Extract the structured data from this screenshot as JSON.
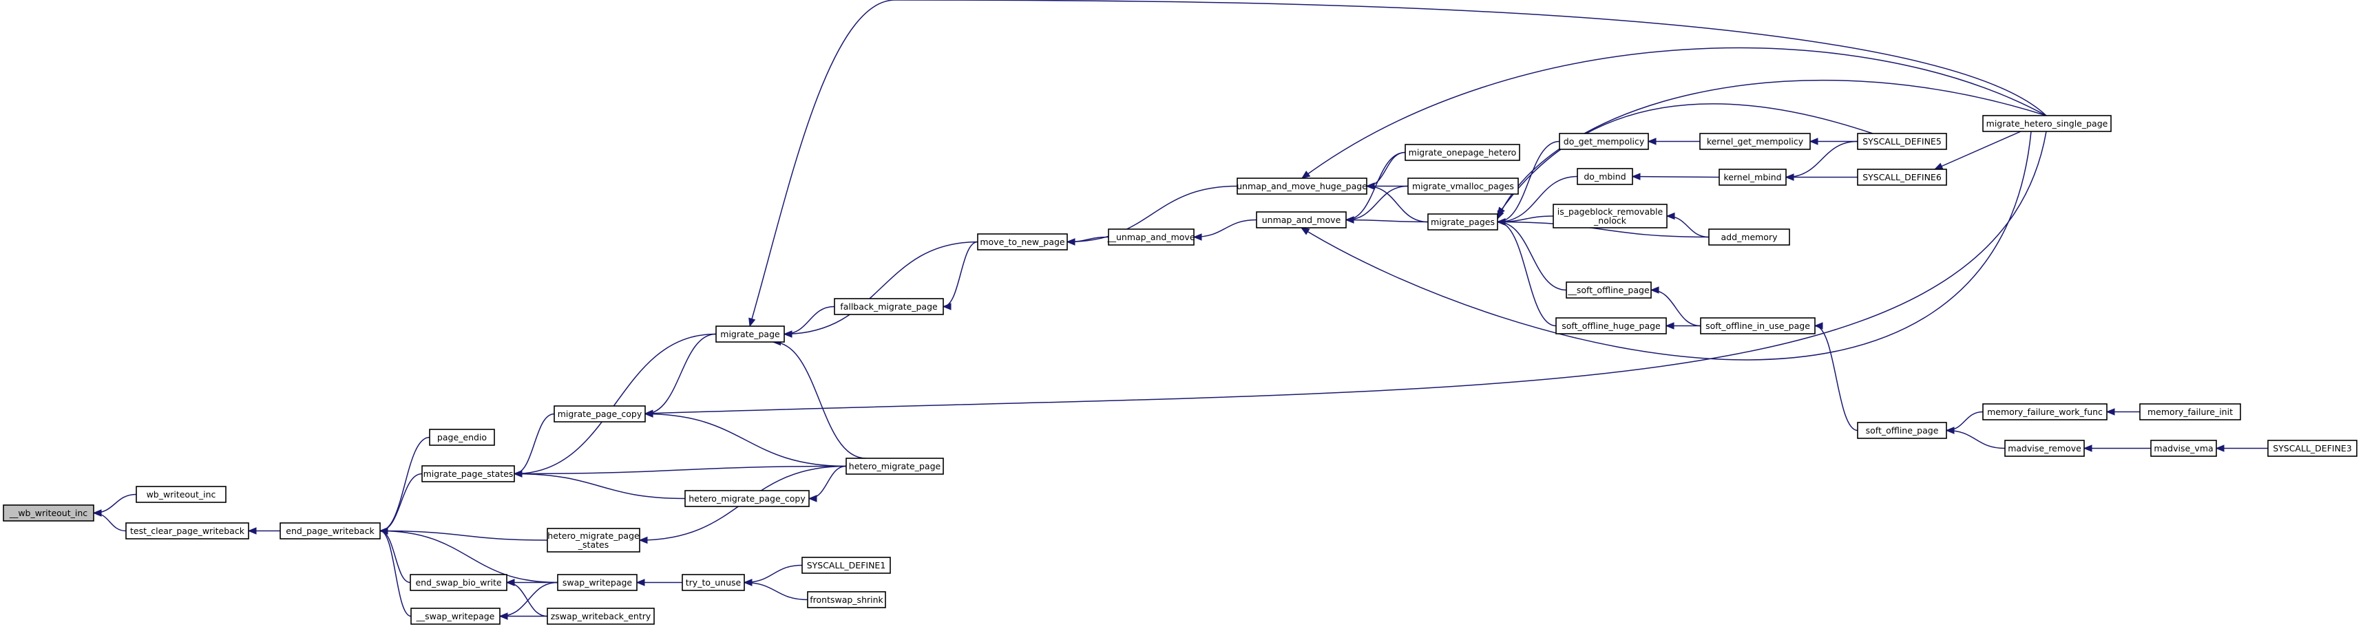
{
  "nodes": [
    {
      "id": "wb_writeout_inc_root",
      "lines": [
        "__wb_writeout_inc"
      ],
      "root": true
    },
    {
      "id": "wb_writeout_inc",
      "lines": [
        "wb_writeout_inc"
      ]
    },
    {
      "id": "test_clear_page_writeback",
      "lines": [
        "test_clear_page_writeback"
      ]
    },
    {
      "id": "end_page_writeback",
      "lines": [
        "end_page_writeback"
      ]
    },
    {
      "id": "page_endio",
      "lines": [
        "page_endio"
      ]
    },
    {
      "id": "migrate_page_states",
      "lines": [
        "migrate_page_states"
      ]
    },
    {
      "id": "hetero_migrate_page_states",
      "lines": [
        "hetero_migrate_page",
        "_states"
      ]
    },
    {
      "id": "end_swap_bio_write",
      "lines": [
        "end_swap_bio_write"
      ]
    },
    {
      "id": "swap_writepage_2",
      "lines": [
        "__swap_writepage"
      ]
    },
    {
      "id": "swap_writepage",
      "lines": [
        "swap_writepage"
      ]
    },
    {
      "id": "zswap_writeback_entry",
      "lines": [
        "zswap_writeback_entry"
      ]
    },
    {
      "id": "try_to_unuse",
      "lines": [
        "try_to_unuse"
      ]
    },
    {
      "id": "syscall_define1",
      "lines": [
        "SYSCALL_DEFINE1"
      ]
    },
    {
      "id": "frontswap_shrink",
      "lines": [
        "frontswap_shrink"
      ]
    },
    {
      "id": "migrate_page_copy",
      "lines": [
        "migrate_page_copy"
      ]
    },
    {
      "id": "hetero_migrate_page_copy",
      "lines": [
        "hetero_migrate_page_copy"
      ]
    },
    {
      "id": "hetero_migrate_page",
      "lines": [
        "hetero_migrate_page"
      ]
    },
    {
      "id": "migrate_page",
      "lines": [
        "migrate_page"
      ]
    },
    {
      "id": "fallback_migrate_page",
      "lines": [
        "fallback_migrate_page"
      ]
    },
    {
      "id": "move_to_new_page",
      "lines": [
        "move_to_new_page"
      ]
    },
    {
      "id": "unmap_and_move_2",
      "lines": [
        "__unmap_and_move"
      ]
    },
    {
      "id": "unmap_and_move",
      "lines": [
        "unmap_and_move"
      ]
    },
    {
      "id": "unmap_and_move_huge_page",
      "lines": [
        "unmap_and_move_huge_page"
      ]
    },
    {
      "id": "migrate_onepage_hetero",
      "lines": [
        "migrate_onepage_hetero"
      ]
    },
    {
      "id": "migrate_vmalloc_pages",
      "lines": [
        "migrate_vmalloc_pages"
      ]
    },
    {
      "id": "migrate_pages",
      "lines": [
        "migrate_pages"
      ]
    },
    {
      "id": "do_get_mempolicy",
      "lines": [
        "do_get_mempolicy"
      ]
    },
    {
      "id": "kernel_get_mempolicy",
      "lines": [
        "kernel_get_mempolicy"
      ]
    },
    {
      "id": "syscall_define5",
      "lines": [
        "SYSCALL_DEFINE5"
      ]
    },
    {
      "id": "do_mbind",
      "lines": [
        "do_mbind"
      ]
    },
    {
      "id": "kernel_mbind",
      "lines": [
        "kernel_mbind"
      ]
    },
    {
      "id": "syscall_define6",
      "lines": [
        "SYSCALL_DEFINE6"
      ]
    },
    {
      "id": "is_pageblock_removable_nolock",
      "lines": [
        "is_pageblock_removable",
        "_nolock"
      ]
    },
    {
      "id": "add_memory",
      "lines": [
        "add_memory"
      ]
    },
    {
      "id": "soft_offline_page_2",
      "lines": [
        "__soft_offline_page"
      ]
    },
    {
      "id": "soft_offline_huge_page",
      "lines": [
        "soft_offline_huge_page"
      ]
    },
    {
      "id": "soft_offline_in_use_page",
      "lines": [
        "soft_offline_in_use_page"
      ]
    },
    {
      "id": "soft_offline_page",
      "lines": [
        "soft_offline_page"
      ]
    },
    {
      "id": "memory_failure_work_func",
      "lines": [
        "memory_failure_work_func"
      ]
    },
    {
      "id": "memory_failure_init",
      "lines": [
        "memory_failure_init"
      ]
    },
    {
      "id": "madvise_remove",
      "lines": [
        "madvise_remove"
      ]
    },
    {
      "id": "madvise_vma",
      "lines": [
        "madvise_vma"
      ]
    },
    {
      "id": "syscall_define3",
      "lines": [
        "SYSCALL_DEFINE3"
      ]
    },
    {
      "id": "migrate_hetero_single_page",
      "lines": [
        "migrate_hetero_single_page"
      ]
    }
  ],
  "edges": [
    {
      "from": "wb_writeout_inc",
      "to": "wb_writeout_inc_root"
    },
    {
      "from": "test_clear_page_writeback",
      "to": "wb_writeout_inc_root"
    },
    {
      "from": "end_page_writeback",
      "to": "test_clear_page_writeback"
    },
    {
      "from": "page_endio",
      "to": "end_page_writeback"
    },
    {
      "from": "migrate_page_states",
      "to": "end_page_writeback"
    },
    {
      "from": "hetero_migrate_page_states",
      "to": "end_page_writeback"
    },
    {
      "from": "end_swap_bio_write",
      "to": "end_page_writeback"
    },
    {
      "from": "swap_writepage",
      "to": "end_page_writeback"
    },
    {
      "from": "swap_writepage_2",
      "to": "end_page_writeback"
    },
    {
      "from": "swap_writepage",
      "to": "end_swap_bio_write"
    },
    {
      "from": "zswap_writeback_entry",
      "to": "end_swap_bio_write"
    },
    {
      "from": "swap_writepage",
      "to": "swap_writepage_2"
    },
    {
      "from": "zswap_writeback_entry",
      "to": "swap_writepage_2"
    },
    {
      "from": "try_to_unuse",
      "to": "swap_writepage"
    },
    {
      "from": "syscall_define1",
      "to": "try_to_unuse"
    },
    {
      "from": "frontswap_shrink",
      "to": "try_to_unuse"
    },
    {
      "from": "migrate_page_copy",
      "to": "migrate_page_states"
    },
    {
      "from": "migrate_page",
      "to": "migrate_page_states"
    },
    {
      "from": "hetero_migrate_page",
      "to": "migrate_page_states"
    },
    {
      "from": "hetero_migrate_page_copy",
      "to": "migrate_page_states"
    },
    {
      "from": "migrate_page",
      "to": "migrate_page_copy"
    },
    {
      "from": "hetero_migrate_page",
      "to": "migrate_page_copy"
    },
    {
      "from": "migrate_hetero_single_page",
      "to": "migrate_page_copy"
    },
    {
      "from": "hetero_migrate_page",
      "to": "hetero_migrate_page_copy"
    },
    {
      "from": "hetero_migrate_page",
      "to": "hetero_migrate_page_states"
    },
    {
      "from": "hetero_migrate_page",
      "to": "migrate_page"
    },
    {
      "from": "fallback_migrate_page",
      "to": "migrate_page"
    },
    {
      "from": "move_to_new_page",
      "to": "migrate_page"
    },
    {
      "from": "migrate_hetero_single_page",
      "to": "migrate_page"
    },
    {
      "from": "move_to_new_page",
      "to": "fallback_migrate_page"
    },
    {
      "from": "unmap_and_move_2",
      "to": "move_to_new_page"
    },
    {
      "from": "unmap_and_move_huge_page",
      "to": "move_to_new_page"
    },
    {
      "from": "unmap_and_move",
      "to": "unmap_and_move_2"
    },
    {
      "from": "migrate_pages",
      "to": "unmap_and_move"
    },
    {
      "from": "migrate_hetero_single_page",
      "to": "unmap_and_move"
    },
    {
      "from": "migrate_onepage_hetero",
      "to": "unmap_and_move_huge_page"
    },
    {
      "from": "migrate_vmalloc_pages",
      "to": "unmap_and_move_huge_page"
    },
    {
      "from": "migrate_pages",
      "to": "unmap_and_move_huge_page"
    },
    {
      "from": "migrate_hetero_single_page",
      "to": "unmap_and_move_huge_page"
    },
    {
      "from": "migrate_onepage_hetero",
      "to": "unmap_and_move"
    },
    {
      "from": "migrate_vmalloc_pages",
      "to": "unmap_and_move"
    },
    {
      "from": "do_get_mempolicy",
      "to": "migrate_pages"
    },
    {
      "from": "do_mbind",
      "to": "migrate_pages"
    },
    {
      "from": "syscall_define5",
      "to": "migrate_pages"
    },
    {
      "from": "migrate_hetero_single_page",
      "to": "migrate_pages"
    },
    {
      "from": "is_pageblock_removable_nolock",
      "to": "migrate_pages"
    },
    {
      "from": "add_memory",
      "to": "migrate_pages"
    },
    {
      "from": "soft_offline_page_2",
      "to": "migrate_pages"
    },
    {
      "from": "soft_offline_huge_page",
      "to": "migrate_pages"
    },
    {
      "from": "kernel_get_mempolicy",
      "to": "do_get_mempolicy"
    },
    {
      "from": "syscall_define5",
      "to": "kernel_get_mempolicy"
    },
    {
      "from": "kernel_mbind",
      "to": "do_mbind"
    },
    {
      "from": "syscall_define5",
      "to": "kernel_mbind"
    },
    {
      "from": "syscall_define6",
      "to": "kernel_mbind"
    },
    {
      "from": "migrate_hetero_single_page",
      "to": "syscall_define6"
    },
    {
      "from": "add_memory",
      "to": "is_pageblock_removable_nolock"
    },
    {
      "from": "soft_offline_in_use_page",
      "to": "soft_offline_page_2"
    },
    {
      "from": "soft_offline_in_use_page",
      "to": "soft_offline_huge_page"
    },
    {
      "from": "soft_offline_page",
      "to": "soft_offline_in_use_page"
    },
    {
      "from": "memory_failure_work_func",
      "to": "soft_offline_page"
    },
    {
      "from": "madvise_remove",
      "to": "soft_offline_page"
    },
    {
      "from": "memory_failure_init",
      "to": "memory_failure_work_func"
    },
    {
      "from": "madvise_vma",
      "to": "madvise_remove"
    },
    {
      "from": "syscall_define3",
      "to": "madvise_vma"
    }
  ]
}
